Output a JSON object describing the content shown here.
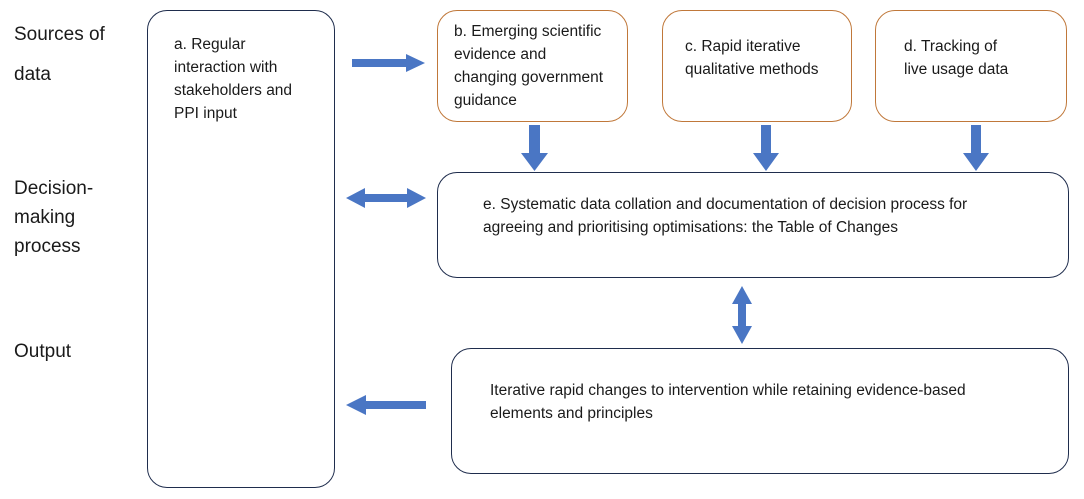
{
  "row_labels": {
    "sources": [
      "Sources of",
      "data"
    ],
    "decision": [
      "Decision-",
      "making",
      "process"
    ],
    "output": [
      "Output"
    ]
  },
  "boxes": {
    "a": [
      "a. Regular",
      "interaction with",
      "stakeholders and",
      "PPI input"
    ],
    "b": [
      "b. Emerging scientific",
      "evidence and",
      "changing government",
      "guidance"
    ],
    "c": [
      "c. Rapid iterative",
      "qualitative methods"
    ],
    "d": [
      "d. Tracking of",
      "live usage data"
    ],
    "e": [
      "e. Systematic data collation and documentation of decision process for",
      "agreeing and prioritising optimisations: the Table of Changes"
    ],
    "output": [
      "Iterative rapid changes to intervention while retaining evidence-based",
      "elements and principles"
    ]
  },
  "colors": {
    "arrow": "#4a76c4",
    "box_border": "#1f2d4d",
    "source_border": "#c0783a"
  }
}
